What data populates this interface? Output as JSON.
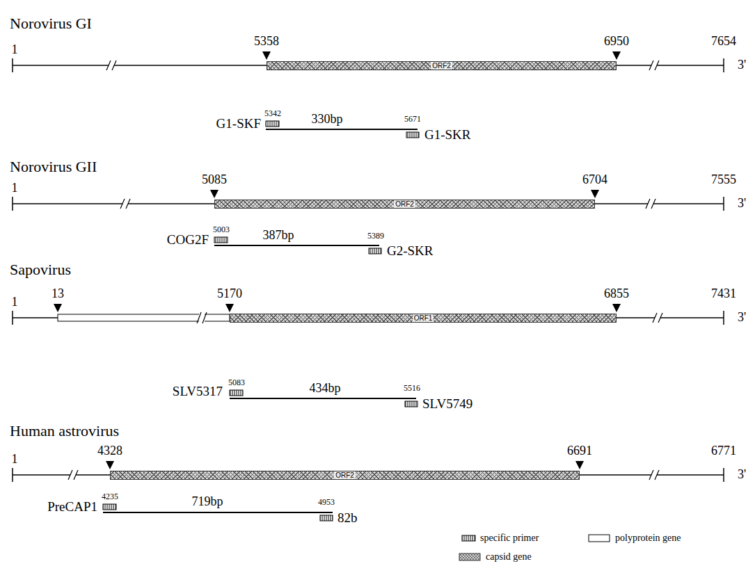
{
  "diagram": {
    "nodes": [
      {
        "text": [
          "ORF2"
        ]
      },
      {
        "text": [
          "ORF2"
        ]
      },
      {
        "text": [
          "ORF1"
        ]
      },
      {
        "text": [
          "ORF2"
        ]
      }
    ],
    "labels": [
      "Norovirus GI",
      "5358",
      "6950",
      "1",
      "7654",
      "3'",
      "G1-SKF",
      "5342",
      "330bp",
      "5671",
      "G1-SKR",
      "Norovirus GII",
      "5085",
      "6704",
      "1",
      "7555",
      "3'",
      "COG2F",
      "5003",
      "387bp",
      "5389",
      "G2-SKR",
      "Sapovirus",
      "13",
      "5170",
      "6855",
      "1",
      "7431",
      "3'",
      "SLV5317",
      "5083",
      "434bp",
      "5516",
      "SLV5749",
      "Human astrovirus",
      "4328",
      "6691",
      "1",
      "6771",
      "3'",
      "PreCAP1",
      "4235",
      "719bp",
      "4953",
      "82b"
    ],
    "legend": [
      {
        "text": "specific primer"
      },
      {
        "text": "polyprotein gene"
      },
      {
        "text": "capsid gene"
      }
    ]
  }
}
